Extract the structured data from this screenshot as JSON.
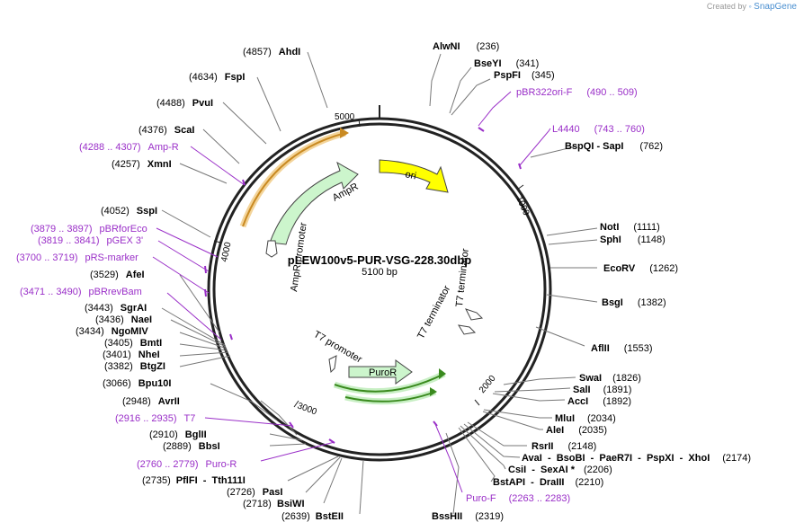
{
  "credit": {
    "prefix": "Created by",
    "brand": "SnapGene"
  },
  "plasmid": {
    "name": "pLEW100v5-PUR-VSG-228.30dbp",
    "size": "5100 bp",
    "total": 5100
  },
  "ticks": [
    "1000",
    "2000",
    "3000",
    "4000",
    "5000"
  ],
  "features": [
    {
      "name": "ori",
      "color": "#ffff00"
    },
    {
      "name": "AmpR",
      "color": "#ccf5cc"
    },
    {
      "name": "AmpR promoter",
      "color": "#ffffff"
    },
    {
      "name": "T7 terminator",
      "color": "#ffffff"
    },
    {
      "name": "T7 promoter",
      "color": "#ffffff"
    },
    {
      "name": "PuroR",
      "color": "#ccf5cc"
    }
  ],
  "sites": [
    {
      "name": "AlwNI",
      "pos": "(236)"
    },
    {
      "name": "BseYI",
      "pos": "(341)"
    },
    {
      "name": "PspFI",
      "pos": "(345)"
    },
    {
      "name": "BspQI  -  SapI",
      "pos": "(762)"
    },
    {
      "name": "NotI",
      "pos": "(1111)"
    },
    {
      "name": "SphI",
      "pos": "(1148)"
    },
    {
      "name": "EcoRV",
      "pos": "(1262)"
    },
    {
      "name": "BsgI",
      "pos": "(1382)"
    },
    {
      "name": "AflII",
      "pos": "(1553)"
    },
    {
      "name": "SwaI",
      "pos": "(1826)"
    },
    {
      "name": "SalI",
      "pos": "(1891)"
    },
    {
      "name": "AccI",
      "pos": "(1892)"
    },
    {
      "name": "MluI",
      "pos": "(2034)"
    },
    {
      "name": "AleI",
      "pos": "(2035)"
    },
    {
      "name": "RsrII",
      "pos": "(2148)"
    },
    {
      "name": "AvaI  -  BsoBI  -  PaeR7I  -  PspXI  -  XhoI",
      "pos": "(2174)"
    },
    {
      "name": "CsiI  -  SexAI *",
      "pos": "(2206)"
    },
    {
      "name": "BstAPI  -  DraIII",
      "pos": "(2210)"
    },
    {
      "name": "BssHII",
      "pos": "(2319)"
    },
    {
      "name": "BstEII",
      "pos": "(2639)"
    },
    {
      "name": "BsiWI",
      "pos": "(2718)"
    },
    {
      "name": "PasI",
      "pos": "(2726)"
    },
    {
      "name": "PflFI  -  Tth111I",
      "pos": "(2735)"
    },
    {
      "name": "BbsI",
      "pos": "(2889)"
    },
    {
      "name": "BglII",
      "pos": "(2910)"
    },
    {
      "name": "AvrII",
      "pos": "(2948)"
    },
    {
      "name": "Bpu10I",
      "pos": "(3066)"
    },
    {
      "name": "BtgZI",
      "pos": "(3382)"
    },
    {
      "name": "NheI",
      "pos": "(3401)"
    },
    {
      "name": "BmtI",
      "pos": "(3405)"
    },
    {
      "name": "NgoMIV",
      "pos": "(3434)"
    },
    {
      "name": "NaeI",
      "pos": "(3436)"
    },
    {
      "name": "SgrAI",
      "pos": "(3443)"
    },
    {
      "name": "AfeI",
      "pos": "(3529)"
    },
    {
      "name": "SspI",
      "pos": "(4052)"
    },
    {
      "name": "XmnI",
      "pos": "(4257)"
    },
    {
      "name": "ScaI",
      "pos": "(4376)"
    },
    {
      "name": "PvuI",
      "pos": "(4488)"
    },
    {
      "name": "FspI",
      "pos": "(4634)"
    },
    {
      "name": "AhdI",
      "pos": "(4857)"
    }
  ],
  "primers": [
    {
      "name": "pBR322ori-F",
      "pos": "(490 .. 509)"
    },
    {
      "name": "L4440",
      "pos": "(743 .. 760)"
    },
    {
      "name": "Puro-F",
      "pos": "(2263 .. 2283)"
    },
    {
      "name": "Puro-R",
      "pos": "(2760 .. 2779)"
    },
    {
      "name": "T7",
      "pos": "(2916 .. 2935)"
    },
    {
      "name": "pBRrevBam",
      "pos": "(3471 .. 3490)"
    },
    {
      "name": "pRS-marker",
      "pos": "(3700 .. 3719)"
    },
    {
      "name": "pGEX 3'",
      "pos": "(3819 .. 3841)"
    },
    {
      "name": "pBRforEco",
      "pos": "(3879 .. 3897)"
    },
    {
      "name": "Amp-R",
      "pos": "(4288 .. 4307)"
    }
  ]
}
